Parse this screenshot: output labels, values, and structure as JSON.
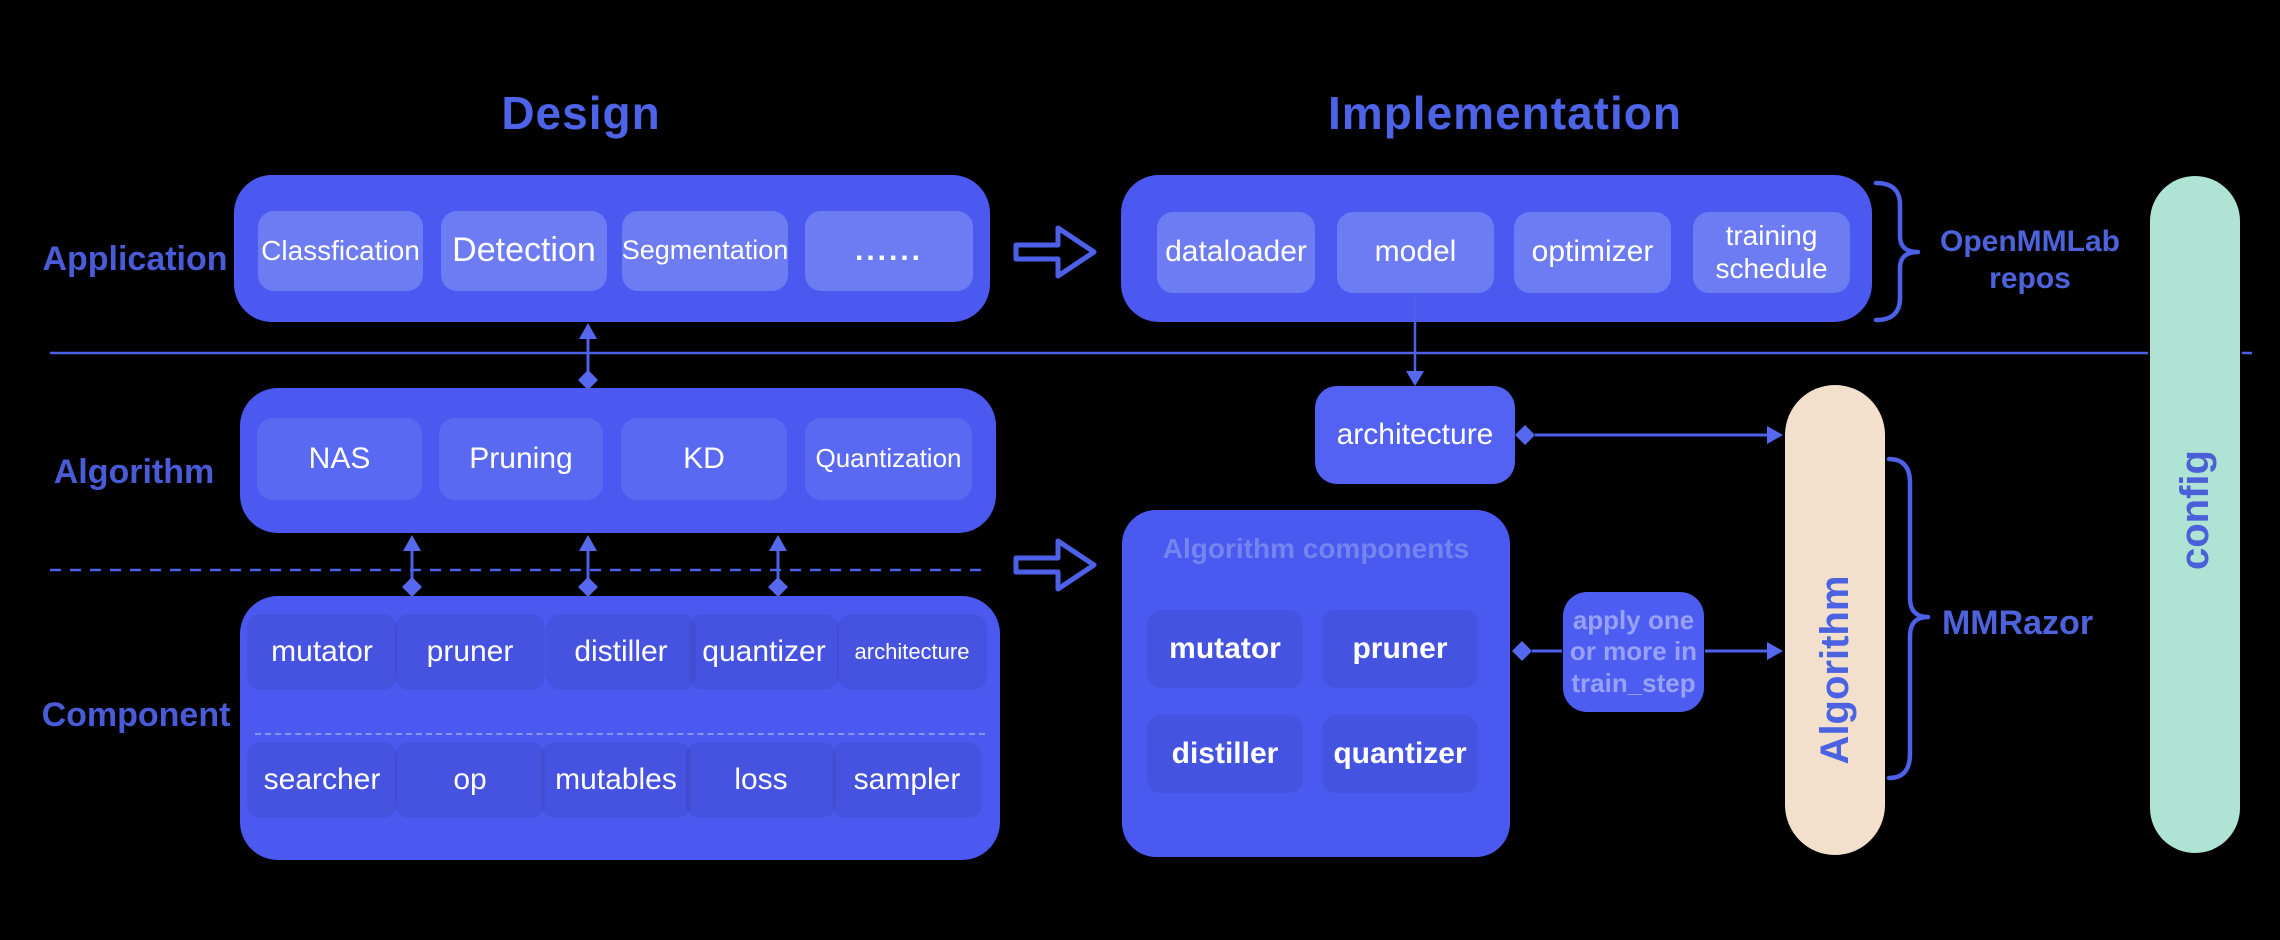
{
  "header": {
    "design_title": "Design",
    "implementation_title": "Implementation"
  },
  "row_labels": {
    "application": "Application",
    "algorithm": "Algorithm",
    "component": "Component"
  },
  "design": {
    "application_chips": [
      "Classfication",
      "Detection",
      "Segmentation",
      "......"
    ],
    "algorithm_chips": [
      "NAS",
      "Pruning",
      "KD",
      "Quantization"
    ],
    "component_row1": [
      "mutator",
      "pruner",
      "distiller",
      "quantizer",
      "architecture"
    ],
    "component_row2": [
      "searcher",
      "op",
      "mutables",
      "loss",
      "sampler"
    ]
  },
  "implementation": {
    "pipeline_chips": [
      "dataloader",
      "model",
      "optimizer",
      "training schedule"
    ],
    "architecture_box": "architecture",
    "components_box_title": "Algorithm components",
    "components_box_chips": [
      "mutator",
      "pruner",
      "distiller",
      "quantizer"
    ],
    "apply_note": [
      "apply one",
      "or more in",
      "train_step"
    ],
    "algorithm_bar": "Algorithm",
    "config_bar": "config"
  },
  "annotations": {
    "openmmlab_line1": "OpenMMLab",
    "openmmlab_line2": "repos",
    "mmrazor": "MMRazor"
  },
  "colors": {
    "background": "#000000",
    "box_blue": "#4B59F0",
    "chip_light": "#6D7CF3",
    "chip_medium": "#5A69F2",
    "architecture_box_blue": "#5362F2",
    "accent_line": "#4C60E8",
    "label_blue": "#4A5BD8",
    "title_blue": "#4D64E8",
    "algorithm_bar_peach": "#F3E0CC",
    "config_bar_teal": "#AFE4D5",
    "brace_label_blue": "#4C63DC"
  }
}
